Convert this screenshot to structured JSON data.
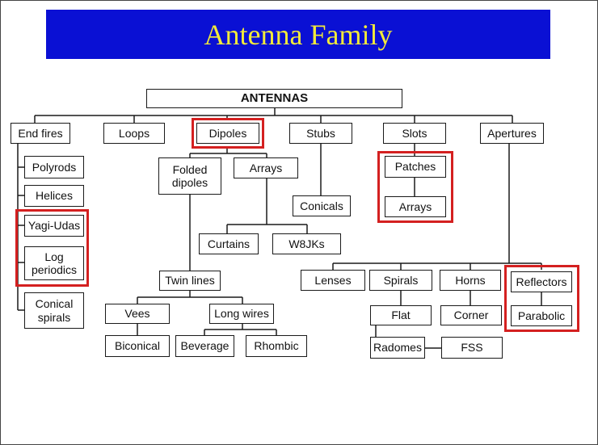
{
  "title": "Antenna Family",
  "colors": {
    "banner": "#0a10d4",
    "title_text": "#f2ea3a",
    "highlight": "#d42020"
  },
  "tree": {
    "root": "ANTENNAS",
    "end_fires": {
      "label": "End fires",
      "children": [
        "Polyrods",
        "Helices",
        "Yagi-Udas",
        "Log\nperiodics",
        "Conical\nspirals"
      ]
    },
    "loops": {
      "label": "Loops"
    },
    "dipoles": {
      "label": "Dipoles",
      "children": [
        "Folded\ndipoles",
        "Arrays"
      ],
      "arrays_children": [
        "Curtains",
        "W8JKs"
      ],
      "twin_lines": "Twin lines",
      "twin_lines_children": [
        "Vees",
        "Long wires"
      ],
      "vees_children": [
        "Biconical"
      ],
      "long_wires_children": [
        "Beverage",
        "Rhombic"
      ]
    },
    "stubs": {
      "label": "Stubs",
      "children": [
        "Conicals"
      ]
    },
    "slots": {
      "label": "Slots",
      "children": [
        "Patches",
        "Arrays"
      ]
    },
    "apertures": {
      "label": "Apertures",
      "children": [
        "Lenses",
        "Spirals",
        "Horns",
        "Reflectors"
      ],
      "spirals_children": [
        "Flat"
      ],
      "horns_children": [
        "Corner"
      ],
      "reflectors_children": [
        "Parabolic"
      ],
      "flat_children": [
        "Radomes"
      ],
      "radomes_children": [
        "FSS"
      ]
    }
  },
  "highlighted": [
    "Dipoles",
    "Patches / Arrays",
    "Yagi-Udas / Log periodics",
    "Reflectors / Parabolic"
  ]
}
